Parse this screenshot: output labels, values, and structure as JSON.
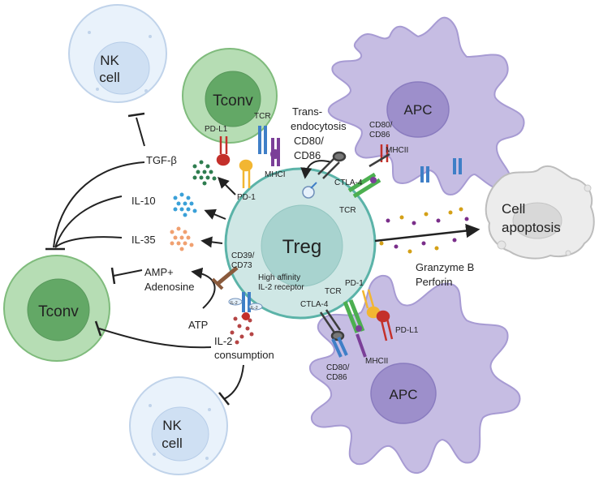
{
  "colors": {
    "treg_fill": "#cfe7e5",
    "treg_stroke": "#5bb3a8",
    "treg_nucleus": "#a8d3cf",
    "tconv_fill": "#b6ddb4",
    "tconv_stroke": "#7fbb7c",
    "tconv_nucleus": "#63a866",
    "nk_fill": "#e9f2fb",
    "nk_stroke": "#c0d3ea",
    "nk_nucleus": "#cfe0f3",
    "apc_fill": "#c6bde3",
    "apc_stroke": "#a79bd3",
    "apc_nucleus": "#9d8fcb",
    "apoptosis_fill": "#ececec",
    "apoptosis_stroke": "#bdbdbd",
    "arrow": "#222222",
    "tcr_green": "#4caf50",
    "mhc_purple": "#7b3f98",
    "ctla4_dark": "#3d3d3d",
    "pd1_yellow": "#f2b632",
    "pdl1_red": "#c4302b",
    "cd80_blue": "#3f7fc7",
    "cd39_brown": "#8a5a3c"
  },
  "icons": [
    "treg-cell",
    "tconv-cell",
    "nk-cell",
    "apc-cell",
    "apoptotic-cell",
    "tcr-receptor",
    "mhc-receptor",
    "ctla4-receptor",
    "pd1-receptor",
    "pdl1-receptor",
    "cd80-cd86-receptor",
    "cd39-cd73-enzyme",
    "il2-receptor",
    "cytokine-dots",
    "endocytic-vesicle"
  ],
  "cells": {
    "treg": "Treg",
    "tconv_top": "Tconv",
    "tconv_left": "Tconv",
    "nk_top_line1": "NK",
    "nk_top_line2": "cell",
    "nk_bottom_line1": "NK",
    "nk_bottom_line2": "cell",
    "apc_top": "APC",
    "apc_bottom": "APC",
    "apoptosis_line1": "Cell",
    "apoptosis_line2": "apoptosis"
  },
  "mechanisms": {
    "tgf_beta": "TGF-β",
    "il10": "IL-10",
    "il35": "IL-35",
    "amp_line1": "AMP+",
    "amp_line2": "Adenosine",
    "atp": "ATP",
    "il2_line1": "IL-2",
    "il2_line2": "consumption",
    "granzyme_line1": "Granzyme B",
    "granzyme_line2": "Perforin",
    "trans_line1": "Trans-",
    "trans_line2": "endocytosis",
    "trans_line3": "CD80/",
    "trans_line4": "CD86"
  },
  "receptors": {
    "pdl1_top": "PD-L1",
    "tcr_top": "TCR",
    "mhci": "MHCI",
    "pd1_left": "PD-1",
    "cd80_top_line1": "CD80/",
    "cd80_top_line2": "CD86",
    "mhcii_top": "MHCII",
    "ctla4_top": "CTLA-4",
    "tcr_right": "TCR",
    "cd39_line1": "CD39/",
    "cd39_line2": "CD73",
    "il2r_line1": "High affinity",
    "il2r_line2": "IL-2 receptor",
    "pd1_bottom": "PD-1",
    "tcr_bottom": "TCR",
    "ctla4_bottom": "CTLA-4",
    "pdl1_bottom": "PD-L1",
    "mhcii_bottom": "MHCII",
    "cd80_bottom_line1": "CD80/",
    "cd80_bottom_line2": "CD86",
    "il2_tag_1": "IL-2",
    "il2_tag_2": "IL-2"
  }
}
